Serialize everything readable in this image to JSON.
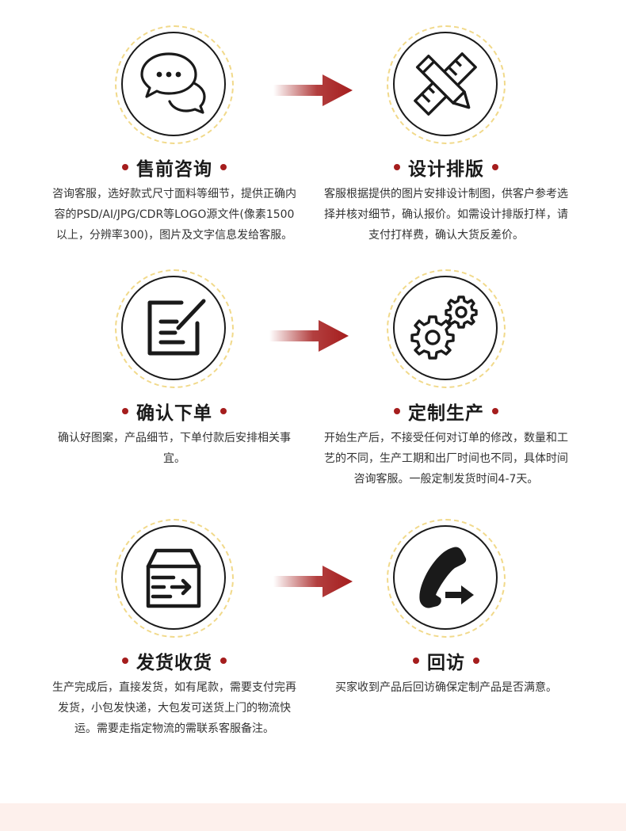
{
  "steps": [
    {
      "title": "售前咨询",
      "desc": "咨询客服，选好款式尺寸面料等细节，提供正确内容的PSD/AI/JPG/CDR等LOGO源文件(像素1500以上，分辨率300)，图片及文字信息发给客服。",
      "icon": "chat-bubbles-icon"
    },
    {
      "title": "设计排版",
      "desc": "客服根据提供的图片安排设计制图，供客户参考选择并核对细节，确认报价。如需设计排版打样，请支付打样费，确认大货反差价。",
      "icon": "pencil-ruler-icon"
    },
    {
      "title": "确认下单",
      "desc": "确认好图案，产品细节，下单付款后安排相关事宜。",
      "icon": "edit-note-icon"
    },
    {
      "title": "定制生产",
      "desc": "开始生产后，不接受任何对订单的修改，数量和工艺的不同，生产工期和出厂时间也不同，具体时间咨询客服。一般定制发货时间4-7天。",
      "icon": "gears-icon"
    },
    {
      "title": "发货收货",
      "desc": "生产完成后，直接发货，如有尾款，需要支付完再发货，小包发快递，大包发可送货上门的物流快运。需要走指定物流的需联系客服备注。",
      "icon": "shipping-box-icon"
    },
    {
      "title": "回访",
      "desc": "买家收到产品后回访确保定制产品是否满意。",
      "icon": "phone-callback-icon"
    }
  ],
  "colors": {
    "accent": "#a51d1d",
    "ring_dash": "#f1d98a",
    "band": "#fdf0ec"
  }
}
